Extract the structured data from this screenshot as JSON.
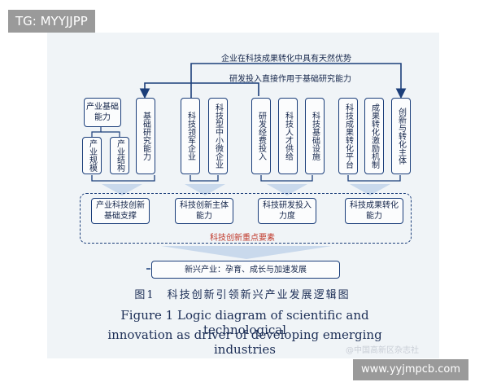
{
  "tag_label": "TG: MYYJJPP",
  "url_label": "www.yyjmpcb.com",
  "watermark": "@中国高新区杂志社",
  "diagram": {
    "top_line_1": "企业在科技成果转化中具有天然优势",
    "top_line_2": "研发投入直接作用于基础研究能力",
    "industry_foundation": "产业基础能力",
    "industry_scale": "产业规模",
    "industry_structure": "产业结构",
    "basic_research": "基础研究能力",
    "sci_tech_leading": "科技领军企业",
    "sci_tech_sme": "科技型中小微企业",
    "rd_funding": "研发经费投入",
    "sci_tech_talent": "科技人才供给",
    "sci_tech_infra": "科技基础设施",
    "transformation_platform": "科技成果转化平台",
    "incentive_mechanism": "成果转化激励机制",
    "innovation_subject": "创新与转化主体",
    "bottom_1": "产业科技创新基础支撑",
    "bottom_2": "科技创新主体能力",
    "bottom_3": "科技研发投入力度",
    "bottom_4": "科技成果转化能力",
    "key_elements": "科技创新重点要素",
    "result": "新兴产业：孕育、成长与加速发展"
  },
  "caption": {
    "zh": "图1　科技创新引领新兴产业发展逻辑图",
    "en_line1": "Figure 1    Logic diagram of scientific and technological",
    "en_line2": "innovation as driver of developing emerging industries"
  },
  "colors": {
    "line": "#1b3e7a",
    "red_text": "#c0392b",
    "arrow_fill": "#c9d9ec"
  }
}
